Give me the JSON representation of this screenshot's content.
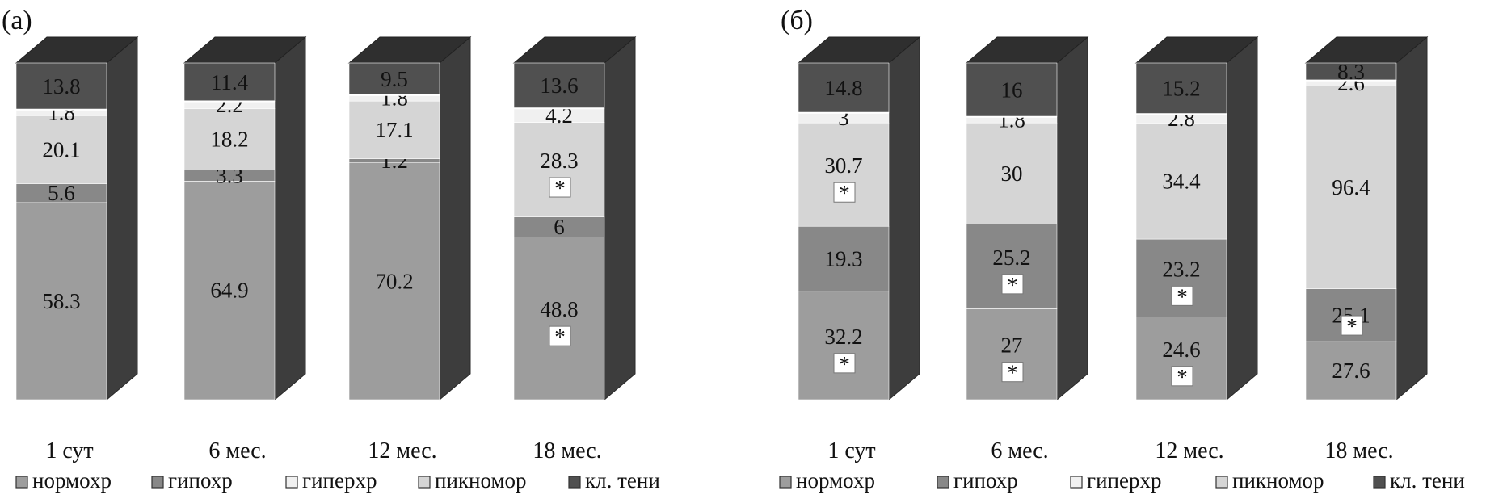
{
  "colors": {
    "normochrome": "#9d9d9d",
    "hypochrome": "#888888",
    "hyperchrome": "#f0f0f0",
    "pyknomorph": "#d5d5d5",
    "cell_shadows": "#505050",
    "side": "#3d3d3d",
    "top": "#2f2f2f"
  },
  "legend": [
    "нормохр",
    "гипохр",
    "гиперхр",
    "пикномор",
    "кл. тени"
  ],
  "chart_data": [
    {
      "type": "bar",
      "stacked": true,
      "panel_label": "(а)",
      "categories": [
        "1 сут",
        "6 мес.",
        "12 мес.",
        "18 мес."
      ],
      "series": [
        {
          "name": "нормохр",
          "values": [
            58.3,
            64.9,
            70.2,
            48.8
          ],
          "significant": [
            false,
            false,
            false,
            true
          ]
        },
        {
          "name": "гипохр",
          "values": [
            5.6,
            3.3,
            1.2,
            6
          ],
          "significant": [
            false,
            false,
            false,
            false
          ]
        },
        {
          "name": "пикномор",
          "values": [
            20.1,
            18.2,
            17.1,
            28.3
          ],
          "significant": [
            false,
            false,
            false,
            true
          ]
        },
        {
          "name": "гиперхр",
          "values": [
            1.8,
            2.2,
            1.8,
            4.2
          ],
          "significant": [
            false,
            false,
            false,
            false
          ]
        },
        {
          "name": "кл. тени",
          "values": [
            13.8,
            11.4,
            9.5,
            13.6
          ],
          "significant": [
            false,
            false,
            false,
            false
          ]
        }
      ],
      "value_labels": [
        [
          "58.3",
          "5.6",
          "20.1",
          "1.8",
          "13.8"
        ],
        [
          "64.9",
          "3.3",
          "18.2",
          "2.2",
          "11.4"
        ],
        [
          "70.2",
          "1.2",
          "17.1",
          "1.8",
          "9.5"
        ],
        [
          "48.8",
          "6",
          "28.3",
          "4.2",
          "13.6"
        ]
      ],
      "marker": "*"
    },
    {
      "type": "bar",
      "stacked": true,
      "panel_label": "(б)",
      "categories": [
        "1 сут",
        "6 мес.",
        "12 мес.",
        "18 мес."
      ],
      "series": [
        {
          "name": "нормохр",
          "values": [
            32.2,
            27,
            24.6,
            27.6
          ],
          "significant": [
            true,
            true,
            true,
            false
          ]
        },
        {
          "name": "гипохр",
          "values": [
            19.3,
            25.2,
            23.2,
            25.1
          ],
          "significant": [
            false,
            true,
            true,
            true
          ]
        },
        {
          "name": "пикномор",
          "values": [
            30.7,
            30,
            34.4,
            96.4
          ],
          "significant": [
            true,
            false,
            false,
            false
          ]
        },
        {
          "name": "гиперхр",
          "values": [
            3,
            1.8,
            2.8,
            2.6
          ],
          "significant": [
            false,
            false,
            false,
            false
          ]
        },
        {
          "name": "кл. тени",
          "values": [
            14.8,
            16,
            15.2,
            8.3
          ],
          "significant": [
            false,
            false,
            false,
            false
          ]
        }
      ],
      "value_labels": [
        [
          "32.2",
          "19.3",
          "30.7",
          "3",
          "14.8"
        ],
        [
          "27",
          "25.2",
          "30",
          "1.8",
          "16"
        ],
        [
          "24.6",
          "23.2",
          "34.4",
          "2.8",
          "15.2"
        ],
        [
          "27.6",
          "25.1",
          "96.4",
          "2.6",
          "8.3"
        ]
      ],
      "marker": "*"
    }
  ]
}
